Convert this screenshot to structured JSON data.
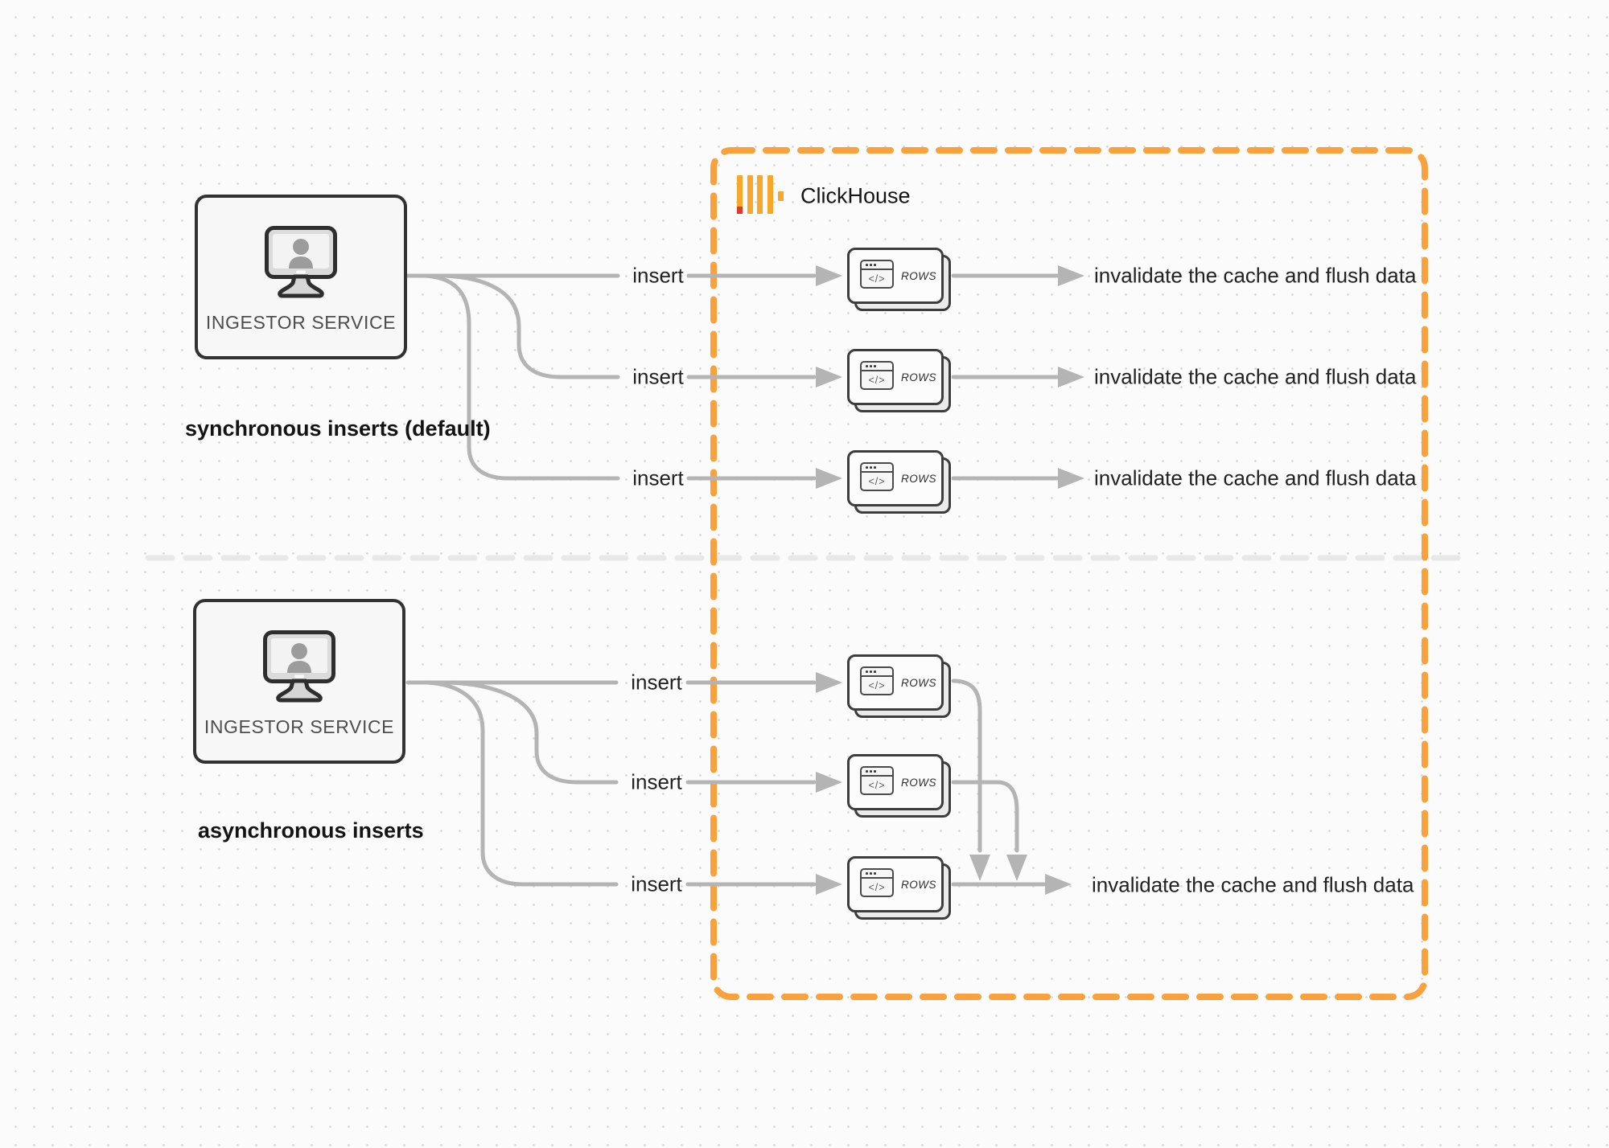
{
  "clickhouse": {
    "label": "ClickHouse"
  },
  "sync": {
    "caption": "synchronous inserts (default)",
    "ingestor_label": "INGESTOR SERVICE",
    "inserts": [
      "insert",
      "insert",
      "insert"
    ],
    "rows": [
      "ROWS",
      "ROWS",
      "ROWS"
    ],
    "results": [
      "invalidate the cache and flush data",
      "invalidate the cache and flush data",
      "invalidate the cache and flush data"
    ]
  },
  "async": {
    "caption": "asynchronous inserts",
    "ingestor_label": "INGESTOR SERVICE",
    "inserts": [
      "insert",
      "insert",
      "insert"
    ],
    "rows": [
      "ROWS",
      "ROWS",
      "ROWS"
    ],
    "result": "invalidate the cache and flush data"
  },
  "glyphs": {
    "code": "</>"
  },
  "colors": {
    "accent_orange": "#F9A13C",
    "logo_bar_orange": "#F7A82B",
    "logo_red": "#E03A2F",
    "line_gray": "#B4B4B4",
    "divider_gray": "#E8E8E8",
    "box_border_dark": "#323232"
  }
}
